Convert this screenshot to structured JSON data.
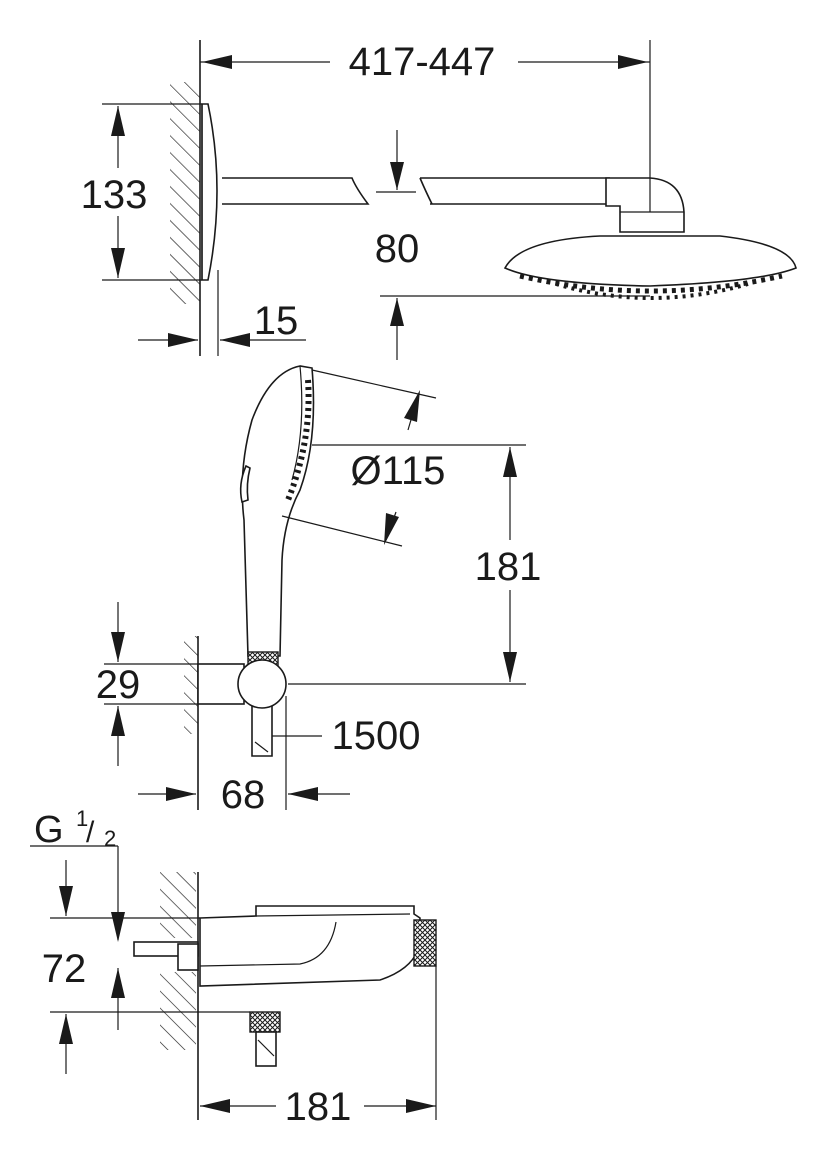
{
  "dimensions": {
    "arm_length": "417-447",
    "wall_plate_height": "133",
    "arm_drop": "80",
    "wall_plate_depth": "15",
    "hand_shower_diameter": "Ø115",
    "hand_shower_height": "181",
    "holder_height": "29",
    "hose_length": "1500",
    "holder_projection": "68",
    "thread_label": "G",
    "thread_fraction_num": "1",
    "thread_fraction_den": "2",
    "thermostat_height": "72",
    "thermostat_width": "181"
  },
  "colors": {
    "line": "#1a1a1a",
    "background": "#ffffff"
  }
}
